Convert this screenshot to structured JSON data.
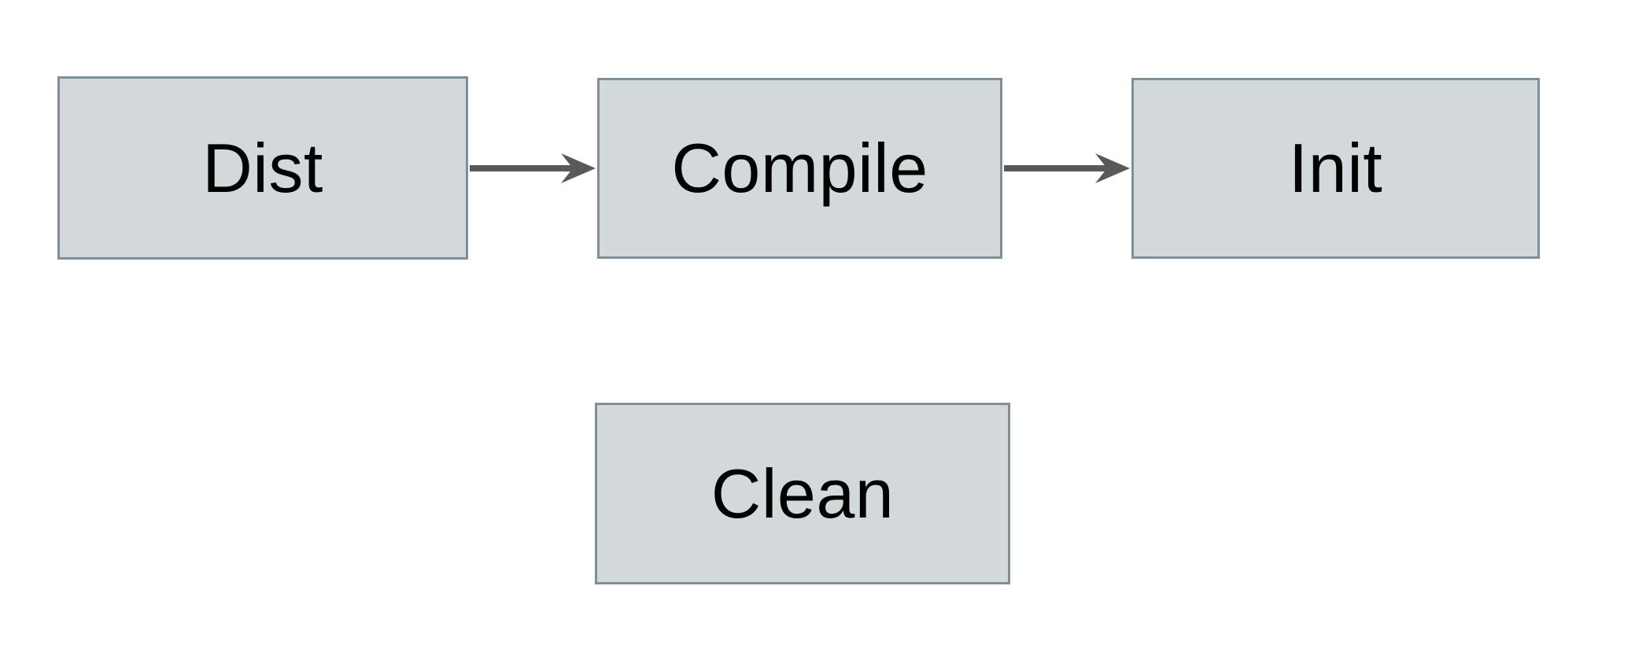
{
  "diagram": {
    "title": "build-tasks-flow",
    "nodes": [
      {
        "id": "dist",
        "label": "Dist"
      },
      {
        "id": "compile",
        "label": "Compile"
      },
      {
        "id": "init",
        "label": "Init"
      },
      {
        "id": "clean",
        "label": "Clean"
      }
    ],
    "edges": [
      {
        "from": "Dist",
        "to": "Compile"
      },
      {
        "from": "Compile",
        "to": "Init"
      }
    ],
    "colors": {
      "box-fill": "#d3d9db",
      "box-border": "#7d8f98",
      "arrow-color": "#595959",
      "text-color": "#000000",
      "canvas-bg": "#ffffff"
    }
  }
}
